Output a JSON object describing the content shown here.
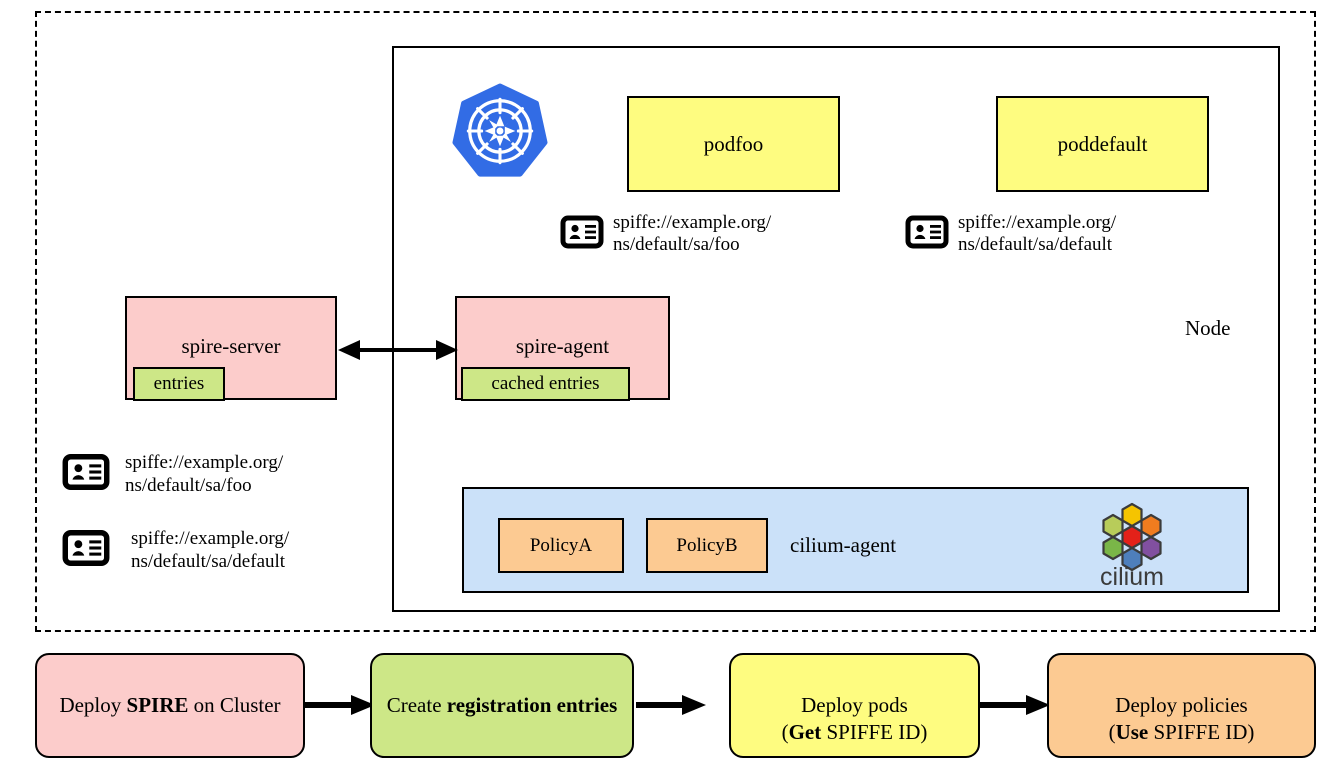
{
  "diagram": {
    "cluster": {
      "name": "cluster-boundary"
    },
    "node": {
      "label": "Node"
    },
    "k8s_logo": {
      "name": "kubernetes-logo",
      "color": "#326CE5"
    },
    "pods": [
      {
        "name": "podfoo",
        "label": "podfoo",
        "spiffe_id": "spiffe://example.org/\nns/default/sa/foo",
        "color": "#FEFC80"
      },
      {
        "name": "poddefault",
        "label": "poddefault",
        "spiffe_id": "spiffe://example.org/\nns/default/sa/default",
        "color": "#FEFC80"
      }
    ],
    "spire": {
      "server": {
        "label": "spire-server",
        "sub_label": "entries",
        "color": "#FCCCCB",
        "sub_color": "#CDE787"
      },
      "agent": {
        "label": "spire-agent",
        "sub_label": "cached entries",
        "color": "#FCCCCB",
        "sub_color": "#CDE787"
      },
      "link": {
        "name": "bidirectional-arrow"
      }
    },
    "cluster_spiffe_ids": [
      "spiffe://example.org/\nns/default/sa/foo",
      "spiffe://example.org/\nns/default/sa/default"
    ],
    "cilium": {
      "label": "cilium-agent",
      "color": "#CBE1F9",
      "policies": [
        {
          "label": "PolicyA",
          "color": "#FCCA92"
        },
        {
          "label": "PolicyB",
          "color": "#FCCA92"
        }
      ],
      "logo": {
        "wordmark": "cilium",
        "hex_colors": {
          "center": "#E32119",
          "top": "#F5C400",
          "upper_right": "#F07C1F",
          "lower_right": "#8150A0",
          "bottom": "#4E7FBC",
          "lower_left": "#7AB648",
          "upper_left": "#B8CC5A"
        }
      }
    },
    "flow": {
      "steps": [
        {
          "prefix": "Deploy ",
          "bold": "SPIRE",
          "suffix": " on Cluster",
          "color": "#FCCCCB"
        },
        {
          "prefix": "Create ",
          "bold": "registration entries",
          "suffix": "",
          "color": "#CDE787"
        },
        {
          "prefix": "Deploy pods\n(",
          "bold": "Get",
          "suffix": " SPIFFE ID)",
          "color": "#FEFC80"
        },
        {
          "prefix": "Deploy policies\n(",
          "bold": "Use",
          "suffix": " SPIFFE ID)",
          "color": "#FCCA92"
        }
      ]
    }
  }
}
